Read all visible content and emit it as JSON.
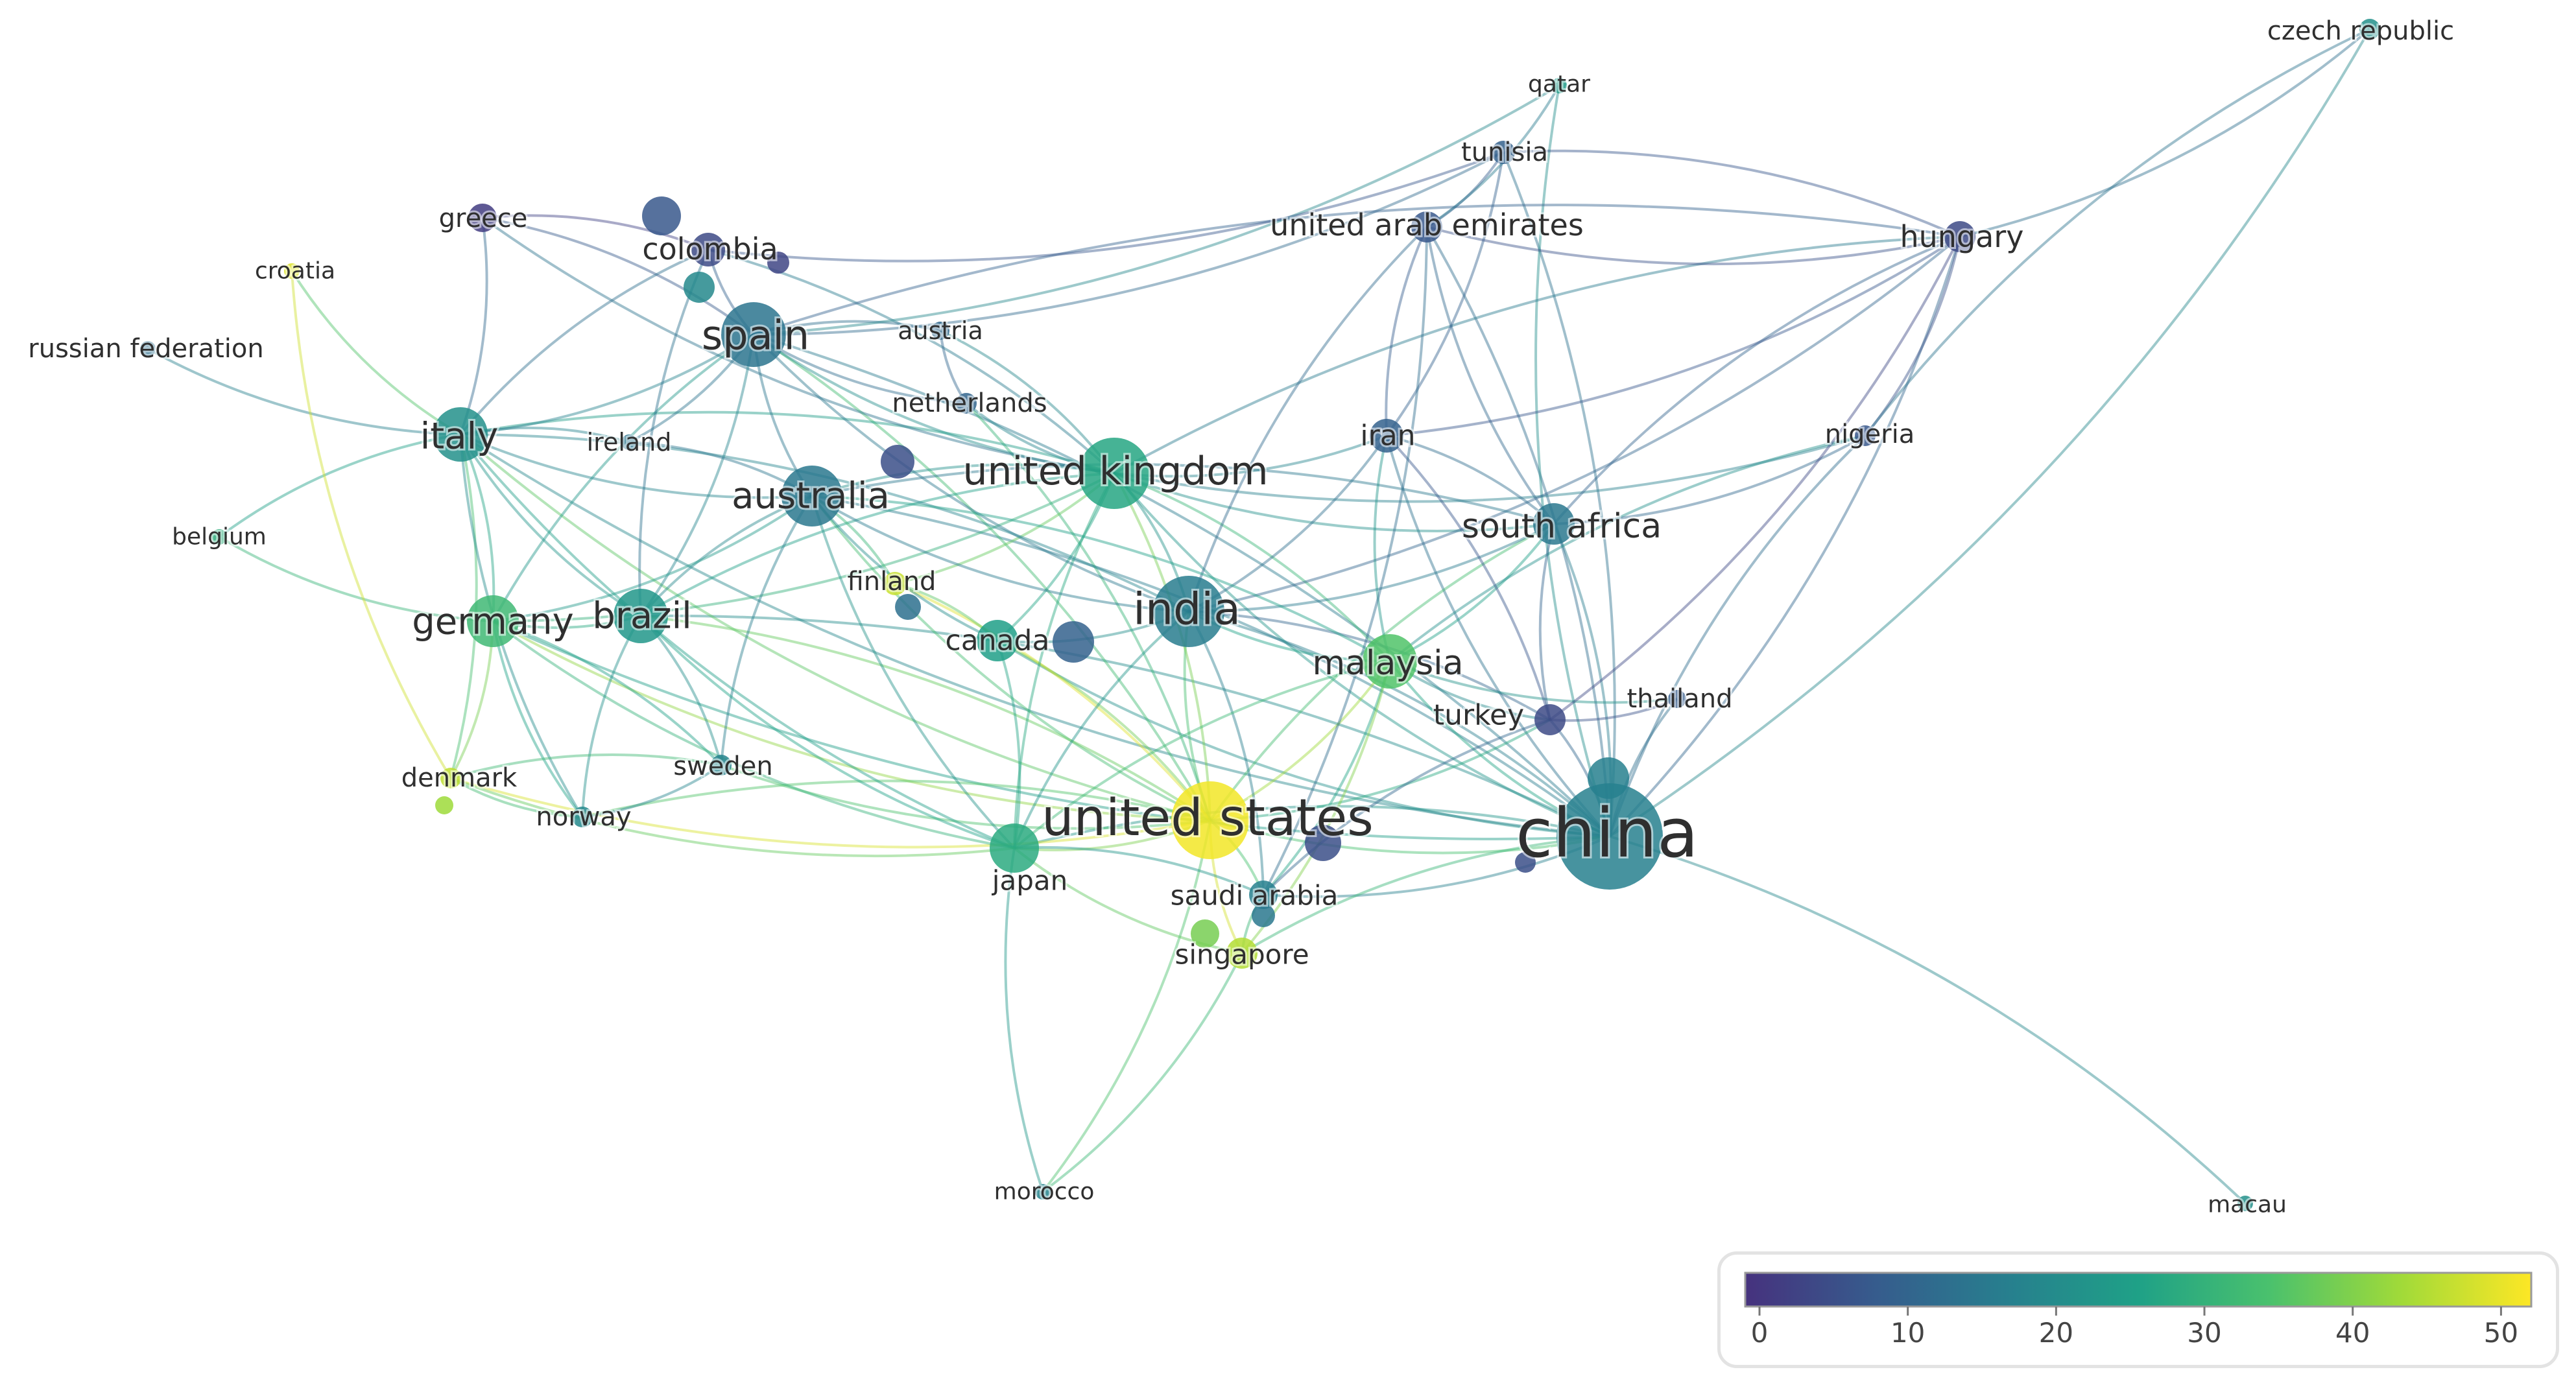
{
  "network": {
    "color_scale": [
      "#46327e",
      "#365c8d",
      "#277f8e",
      "#1fa187",
      "#4ac16d",
      "#a0da39",
      "#fde725"
    ],
    "nodes": [
      {
        "id": "china",
        "label": "china",
        "value": 18
      },
      {
        "id": "united states",
        "label": "united states",
        "value": 52
      },
      {
        "id": "india",
        "label": "india",
        "value": 17
      },
      {
        "id": "united kingdom",
        "label": "united kingdom",
        "value": 28
      },
      {
        "id": "spain",
        "label": "spain",
        "value": 15
      },
      {
        "id": "australia",
        "label": "australia",
        "value": 16
      },
      {
        "id": "italy",
        "label": "italy",
        "value": 22
      },
      {
        "id": "brazil",
        "label": "brazil",
        "value": 24
      },
      {
        "id": "germany",
        "label": "germany",
        "value": 33
      },
      {
        "id": "malaysia",
        "label": "malaysia",
        "value": 36
      },
      {
        "id": "south africa",
        "label": "south africa",
        "value": 16
      },
      {
        "id": "canada",
        "label": "canada",
        "value": 26
      },
      {
        "id": "japan",
        "label": "japan",
        "value": 29
      },
      {
        "id": "iran",
        "label": "iran",
        "value": 10
      },
      {
        "id": "turkey",
        "label": "turkey",
        "value": 5
      },
      {
        "id": "saudi arabia",
        "label": "saudi arabia",
        "value": 18
      },
      {
        "id": "singapore",
        "label": "singapore",
        "value": 46
      },
      {
        "id": "hungary",
        "label": "hungary",
        "value": 5
      },
      {
        "id": "nigeria",
        "label": "nigeria",
        "value": 8
      },
      {
        "id": "united arab emirates",
        "label": "united arab emirates",
        "value": 8
      },
      {
        "id": "tunisia",
        "label": "tunisia",
        "value": 10
      },
      {
        "id": "qatar",
        "label": "qatar",
        "value": 25
      },
      {
        "id": "czech republic",
        "label": "czech republic",
        "value": 22
      },
      {
        "id": "greece",
        "label": "greece",
        "value": 2
      },
      {
        "id": "colombia",
        "label": "colombia",
        "value": 5
      },
      {
        "id": "croatia",
        "label": "croatia",
        "value": 50
      },
      {
        "id": "russian federation",
        "label": "russian federation",
        "value": 14
      },
      {
        "id": "belgium",
        "label": "belgium",
        "value": 30
      },
      {
        "id": "ireland",
        "label": "ireland",
        "value": 15
      },
      {
        "id": "austria",
        "label": "austria",
        "value": 12
      },
      {
        "id": "netherlands",
        "label": "netherlands",
        "value": 11
      },
      {
        "id": "finland",
        "label": "finland",
        "value": 48
      },
      {
        "id": "thailand",
        "label": "thailand",
        "value": 9
      },
      {
        "id": "denmark",
        "label": "denmark",
        "value": 47
      },
      {
        "id": "norway",
        "label": "norway",
        "value": 20
      },
      {
        "id": "sweden",
        "label": "sweden",
        "value": 19
      },
      {
        "id": "morocco",
        "label": "morocco",
        "value": 19
      },
      {
        "id": "macau",
        "label": "macau",
        "value": 22
      },
      {
        "id": "unlabeled-1",
        "label": "",
        "value": 8
      },
      {
        "id": "unlabeled-2",
        "label": "",
        "value": 20
      },
      {
        "id": "unlabeled-3",
        "label": "",
        "value": 4
      },
      {
        "id": "unlabeled-4",
        "label": "",
        "value": 6
      },
      {
        "id": "unlabeled-5",
        "label": "",
        "value": 10
      },
      {
        "id": "unlabeled-6",
        "label": "",
        "value": 14
      },
      {
        "id": "unlabeled-7",
        "label": "",
        "value": 6
      },
      {
        "id": "unlabeled-8",
        "label": "",
        "value": 40
      },
      {
        "id": "unlabeled-9",
        "label": "",
        "value": 18
      },
      {
        "id": "unlabeled-10",
        "label": "",
        "value": 44
      },
      {
        "id": "unlabeled-11",
        "label": "",
        "value": 6
      },
      {
        "id": "unlabeled-12",
        "label": "",
        "value": 16
      }
    ],
    "edges": [
      [
        "china",
        "united states"
      ],
      [
        "china",
        "india"
      ],
      [
        "china",
        "united kingdom"
      ],
      [
        "china",
        "australia"
      ],
      [
        "china",
        "malaysia"
      ],
      [
        "china",
        "south africa"
      ],
      [
        "china",
        "iran"
      ],
      [
        "china",
        "turkey"
      ],
      [
        "china",
        "saudi arabia"
      ],
      [
        "china",
        "japan"
      ],
      [
        "china",
        "canada"
      ],
      [
        "china",
        "spain"
      ],
      [
        "china",
        "italy"
      ],
      [
        "china",
        "brazil"
      ],
      [
        "china",
        "germany"
      ],
      [
        "china",
        "hungary"
      ],
      [
        "china",
        "nigeria"
      ],
      [
        "china",
        "united arab emirates"
      ],
      [
        "china",
        "macau"
      ],
      [
        "china",
        "singapore"
      ],
      [
        "china",
        "thailand"
      ],
      [
        "china",
        "tunisia"
      ],
      [
        "china",
        "qatar"
      ],
      [
        "china",
        "czech republic"
      ],
      [
        "united states",
        "india"
      ],
      [
        "united states",
        "united kingdom"
      ],
      [
        "united states",
        "australia"
      ],
      [
        "united states",
        "canada"
      ],
      [
        "united states",
        "japan"
      ],
      [
        "united states",
        "malaysia"
      ],
      [
        "united states",
        "saudi arabia"
      ],
      [
        "united states",
        "singapore"
      ],
      [
        "united states",
        "germany"
      ],
      [
        "united states",
        "brazil"
      ],
      [
        "united states",
        "italy"
      ],
      [
        "united states",
        "spain"
      ],
      [
        "united states",
        "denmark"
      ],
      [
        "united states",
        "norway"
      ],
      [
        "united states",
        "sweden"
      ],
      [
        "united states",
        "finland"
      ],
      [
        "united states",
        "south africa"
      ],
      [
        "united states",
        "turkey"
      ],
      [
        "united states",
        "morocco"
      ],
      [
        "united states",
        "netherlands"
      ],
      [
        "united kingdom",
        "india"
      ],
      [
        "united kingdom",
        "australia"
      ],
      [
        "united kingdom",
        "spain"
      ],
      [
        "united kingdom",
        "italy"
      ],
      [
        "united kingdom",
        "germany"
      ],
      [
        "united kingdom",
        "brazil"
      ],
      [
        "united kingdom",
        "malaysia"
      ],
      [
        "united kingdom",
        "south africa"
      ],
      [
        "united kingdom",
        "canada"
      ],
      [
        "united kingdom",
        "iran"
      ],
      [
        "united kingdom",
        "netherlands"
      ],
      [
        "united kingdom",
        "austria"
      ],
      [
        "united kingdom",
        "finland"
      ],
      [
        "united kingdom",
        "japan"
      ],
      [
        "united kingdom",
        "greece"
      ],
      [
        "united kingdom",
        "colombia"
      ],
      [
        "united kingdom",
        "hungary"
      ],
      [
        "united kingdom",
        "nigeria"
      ],
      [
        "india",
        "australia"
      ],
      [
        "india",
        "malaysia"
      ],
      [
        "india",
        "saudi arabia"
      ],
      [
        "india",
        "south africa"
      ],
      [
        "india",
        "canada"
      ],
      [
        "india",
        "iran"
      ],
      [
        "india",
        "turkey"
      ],
      [
        "india",
        "japan"
      ],
      [
        "india",
        "spain"
      ],
      [
        "india",
        "italy"
      ],
      [
        "india",
        "united arab emirates"
      ],
      [
        "india",
        "hungary"
      ],
      [
        "spain",
        "italy"
      ],
      [
        "spain",
        "australia"
      ],
      [
        "spain",
        "brazil"
      ],
      [
        "spain",
        "germany"
      ],
      [
        "spain",
        "colombia"
      ],
      [
        "spain",
        "greece"
      ],
      [
        "spain",
        "austria"
      ],
      [
        "spain",
        "netherlands"
      ],
      [
        "spain",
        "ireland"
      ],
      [
        "spain",
        "tunisia"
      ],
      [
        "spain",
        "hungary"
      ],
      [
        "spain",
        "qatar"
      ],
      [
        "australia",
        "italy"
      ],
      [
        "australia",
        "brazil"
      ],
      [
        "australia",
        "germany"
      ],
      [
        "australia",
        "canada"
      ],
      [
        "australia",
        "malaysia"
      ],
      [
        "australia",
        "japan"
      ],
      [
        "australia",
        "south africa"
      ],
      [
        "australia",
        "ireland"
      ],
      [
        "australia",
        "finland"
      ],
      [
        "australia",
        "sweden"
      ],
      [
        "italy",
        "germany"
      ],
      [
        "italy",
        "brazil"
      ],
      [
        "italy",
        "croatia"
      ],
      [
        "italy",
        "belgium"
      ],
      [
        "italy",
        "russian federation"
      ],
      [
        "italy",
        "greece"
      ],
      [
        "italy",
        "denmark"
      ],
      [
        "italy",
        "norway"
      ],
      [
        "italy",
        "ireland"
      ],
      [
        "italy",
        "japan"
      ],
      [
        "italy",
        "colombia"
      ],
      [
        "germany",
        "brazil"
      ],
      [
        "germany",
        "denmark"
      ],
      [
        "germany",
        "norway"
      ],
      [
        "germany",
        "sweden"
      ],
      [
        "germany",
        "japan"
      ],
      [
        "germany",
        "belgium"
      ],
      [
        "brazil",
        "norway"
      ],
      [
        "brazil",
        "sweden"
      ],
      [
        "brazil",
        "japan"
      ],
      [
        "brazil",
        "colombia"
      ],
      [
        "malaysia",
        "south africa"
      ],
      [
        "malaysia",
        "iran"
      ],
      [
        "malaysia",
        "turkey"
      ],
      [
        "malaysia",
        "saudi arabia"
      ],
      [
        "malaysia",
        "japan"
      ],
      [
        "malaysia",
        "singapore"
      ],
      [
        "malaysia",
        "thailand"
      ],
      [
        "malaysia",
        "nigeria"
      ],
      [
        "south africa",
        "nigeria"
      ],
      [
        "south africa",
        "hungary"
      ],
      [
        "south africa",
        "iran"
      ],
      [
        "south africa",
        "united arab emirates"
      ],
      [
        "south africa",
        "turkey"
      ],
      [
        "iran",
        "united arab emirates"
      ],
      [
        "iran",
        "tunisia"
      ],
      [
        "iran",
        "turkey"
      ],
      [
        "iran",
        "hungary"
      ],
      [
        "hungary",
        "nigeria"
      ],
      [
        "hungary",
        "czech republic"
      ],
      [
        "hungary",
        "united arab emirates"
      ],
      [
        "hungary",
        "tunisia"
      ],
      [
        "hungary",
        "turkey"
      ],
      [
        "japan",
        "singapore"
      ],
      [
        "japan",
        "saudi arabia"
      ],
      [
        "japan",
        "morocco"
      ],
      [
        "japan",
        "denmark"
      ],
      [
        "saudi arabia",
        "singapore"
      ],
      [
        "saudi arabia",
        "turkey"
      ],
      [
        "saudi arabia",
        "united arab emirates"
      ],
      [
        "singapore",
        "morocco"
      ],
      [
        "denmark",
        "norway"
      ],
      [
        "denmark",
        "sweden"
      ],
      [
        "norway",
        "sweden"
      ],
      [
        "greece",
        "colombia"
      ],
      [
        "colombia",
        "tunisia"
      ],
      [
        "tunisia",
        "united arab emirates"
      ],
      [
        "czech republic",
        "nigeria"
      ],
      [
        "canada",
        "japan"
      ],
      [
        "canada",
        "finland"
      ],
      [
        "netherlands",
        "austria"
      ],
      [
        "turkey",
        "thailand"
      ],
      [
        "qatar",
        "united arab emirates"
      ],
      [
        "croatia",
        "denmark"
      ]
    ]
  },
  "legend": {
    "ticks": [
      "0",
      "10",
      "20",
      "30",
      "40",
      "50"
    ],
    "gradient_colors": [
      "#46327e",
      "#365c8d",
      "#277f8e",
      "#1fa187",
      "#4ac16d",
      "#a0da39",
      "#fde725"
    ]
  }
}
